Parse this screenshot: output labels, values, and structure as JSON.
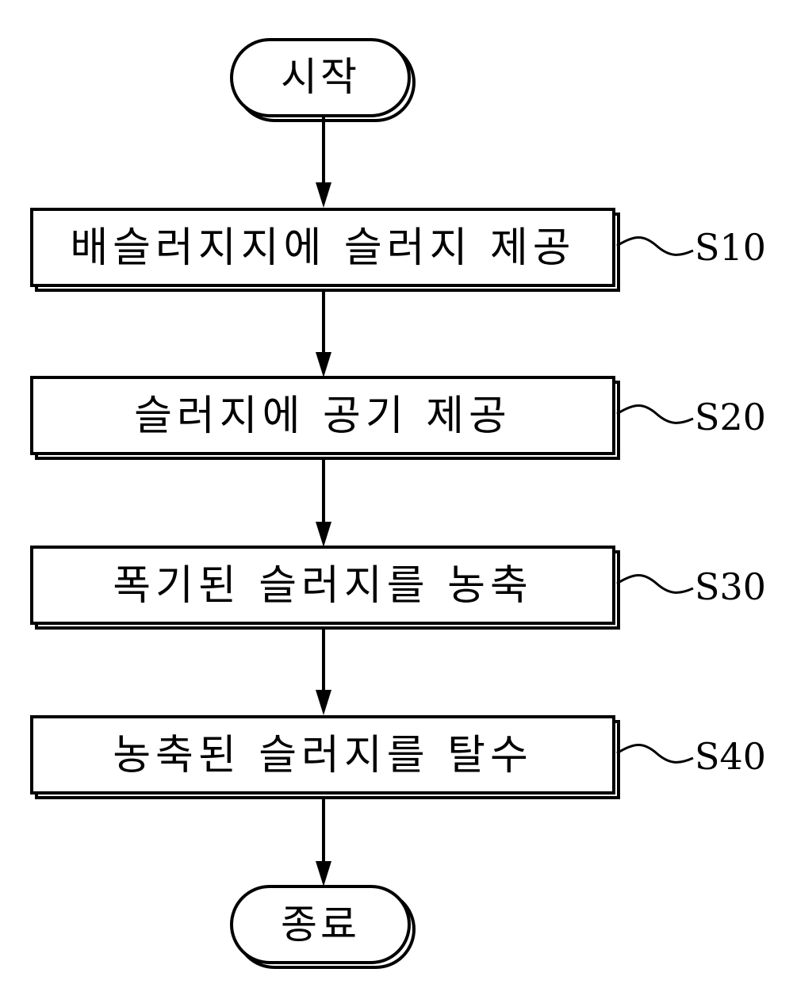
{
  "start": {
    "label": "시작"
  },
  "end": {
    "label": "종료"
  },
  "steps": [
    {
      "id": "S10",
      "label": "배슬러지지에 슬러지 제공"
    },
    {
      "id": "S20",
      "label": "슬러지에 공기 제공"
    },
    {
      "id": "S30",
      "label": "폭기된 슬러지를 농축"
    },
    {
      "id": "S40",
      "label": "농축된 슬러지를 탈수"
    }
  ]
}
